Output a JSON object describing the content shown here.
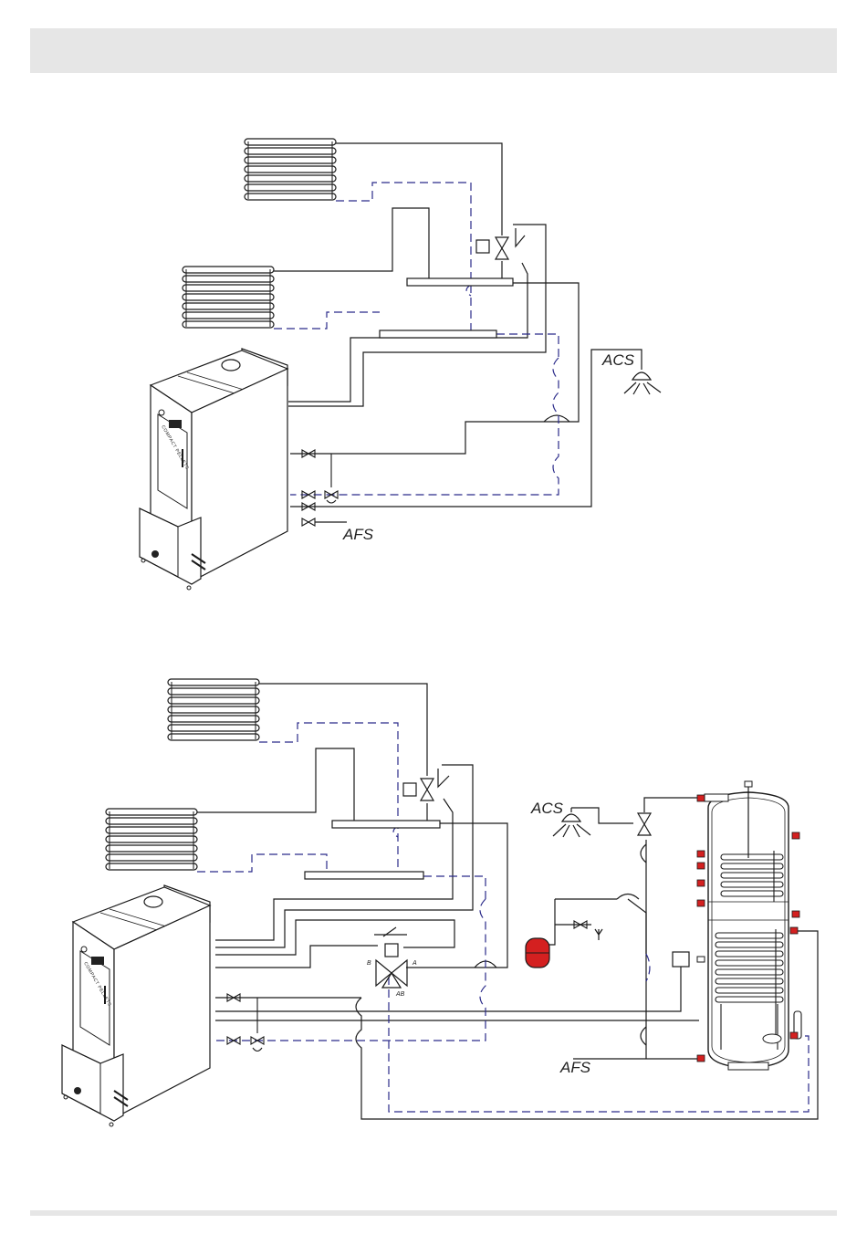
{
  "diagram_top": {
    "labels": {
      "hot_water": "ACS",
      "cold_water": "AFS"
    },
    "boiler_brand": "COMPACT PELLETS"
  },
  "diagram_bottom": {
    "labels": {
      "hot_water": "ACS",
      "cold_water": "AFS",
      "port_a": "A",
      "port_b": "B",
      "port_ab": "AB"
    },
    "boiler_brand": "COMPACT PELLETS"
  },
  "colors": {
    "supply_line": "#1a1a1a",
    "return_line": "#2b2b8a",
    "expansion_vessel": "#d42020",
    "tank_fittings": "#d42020",
    "band": "#e6e6e6"
  }
}
